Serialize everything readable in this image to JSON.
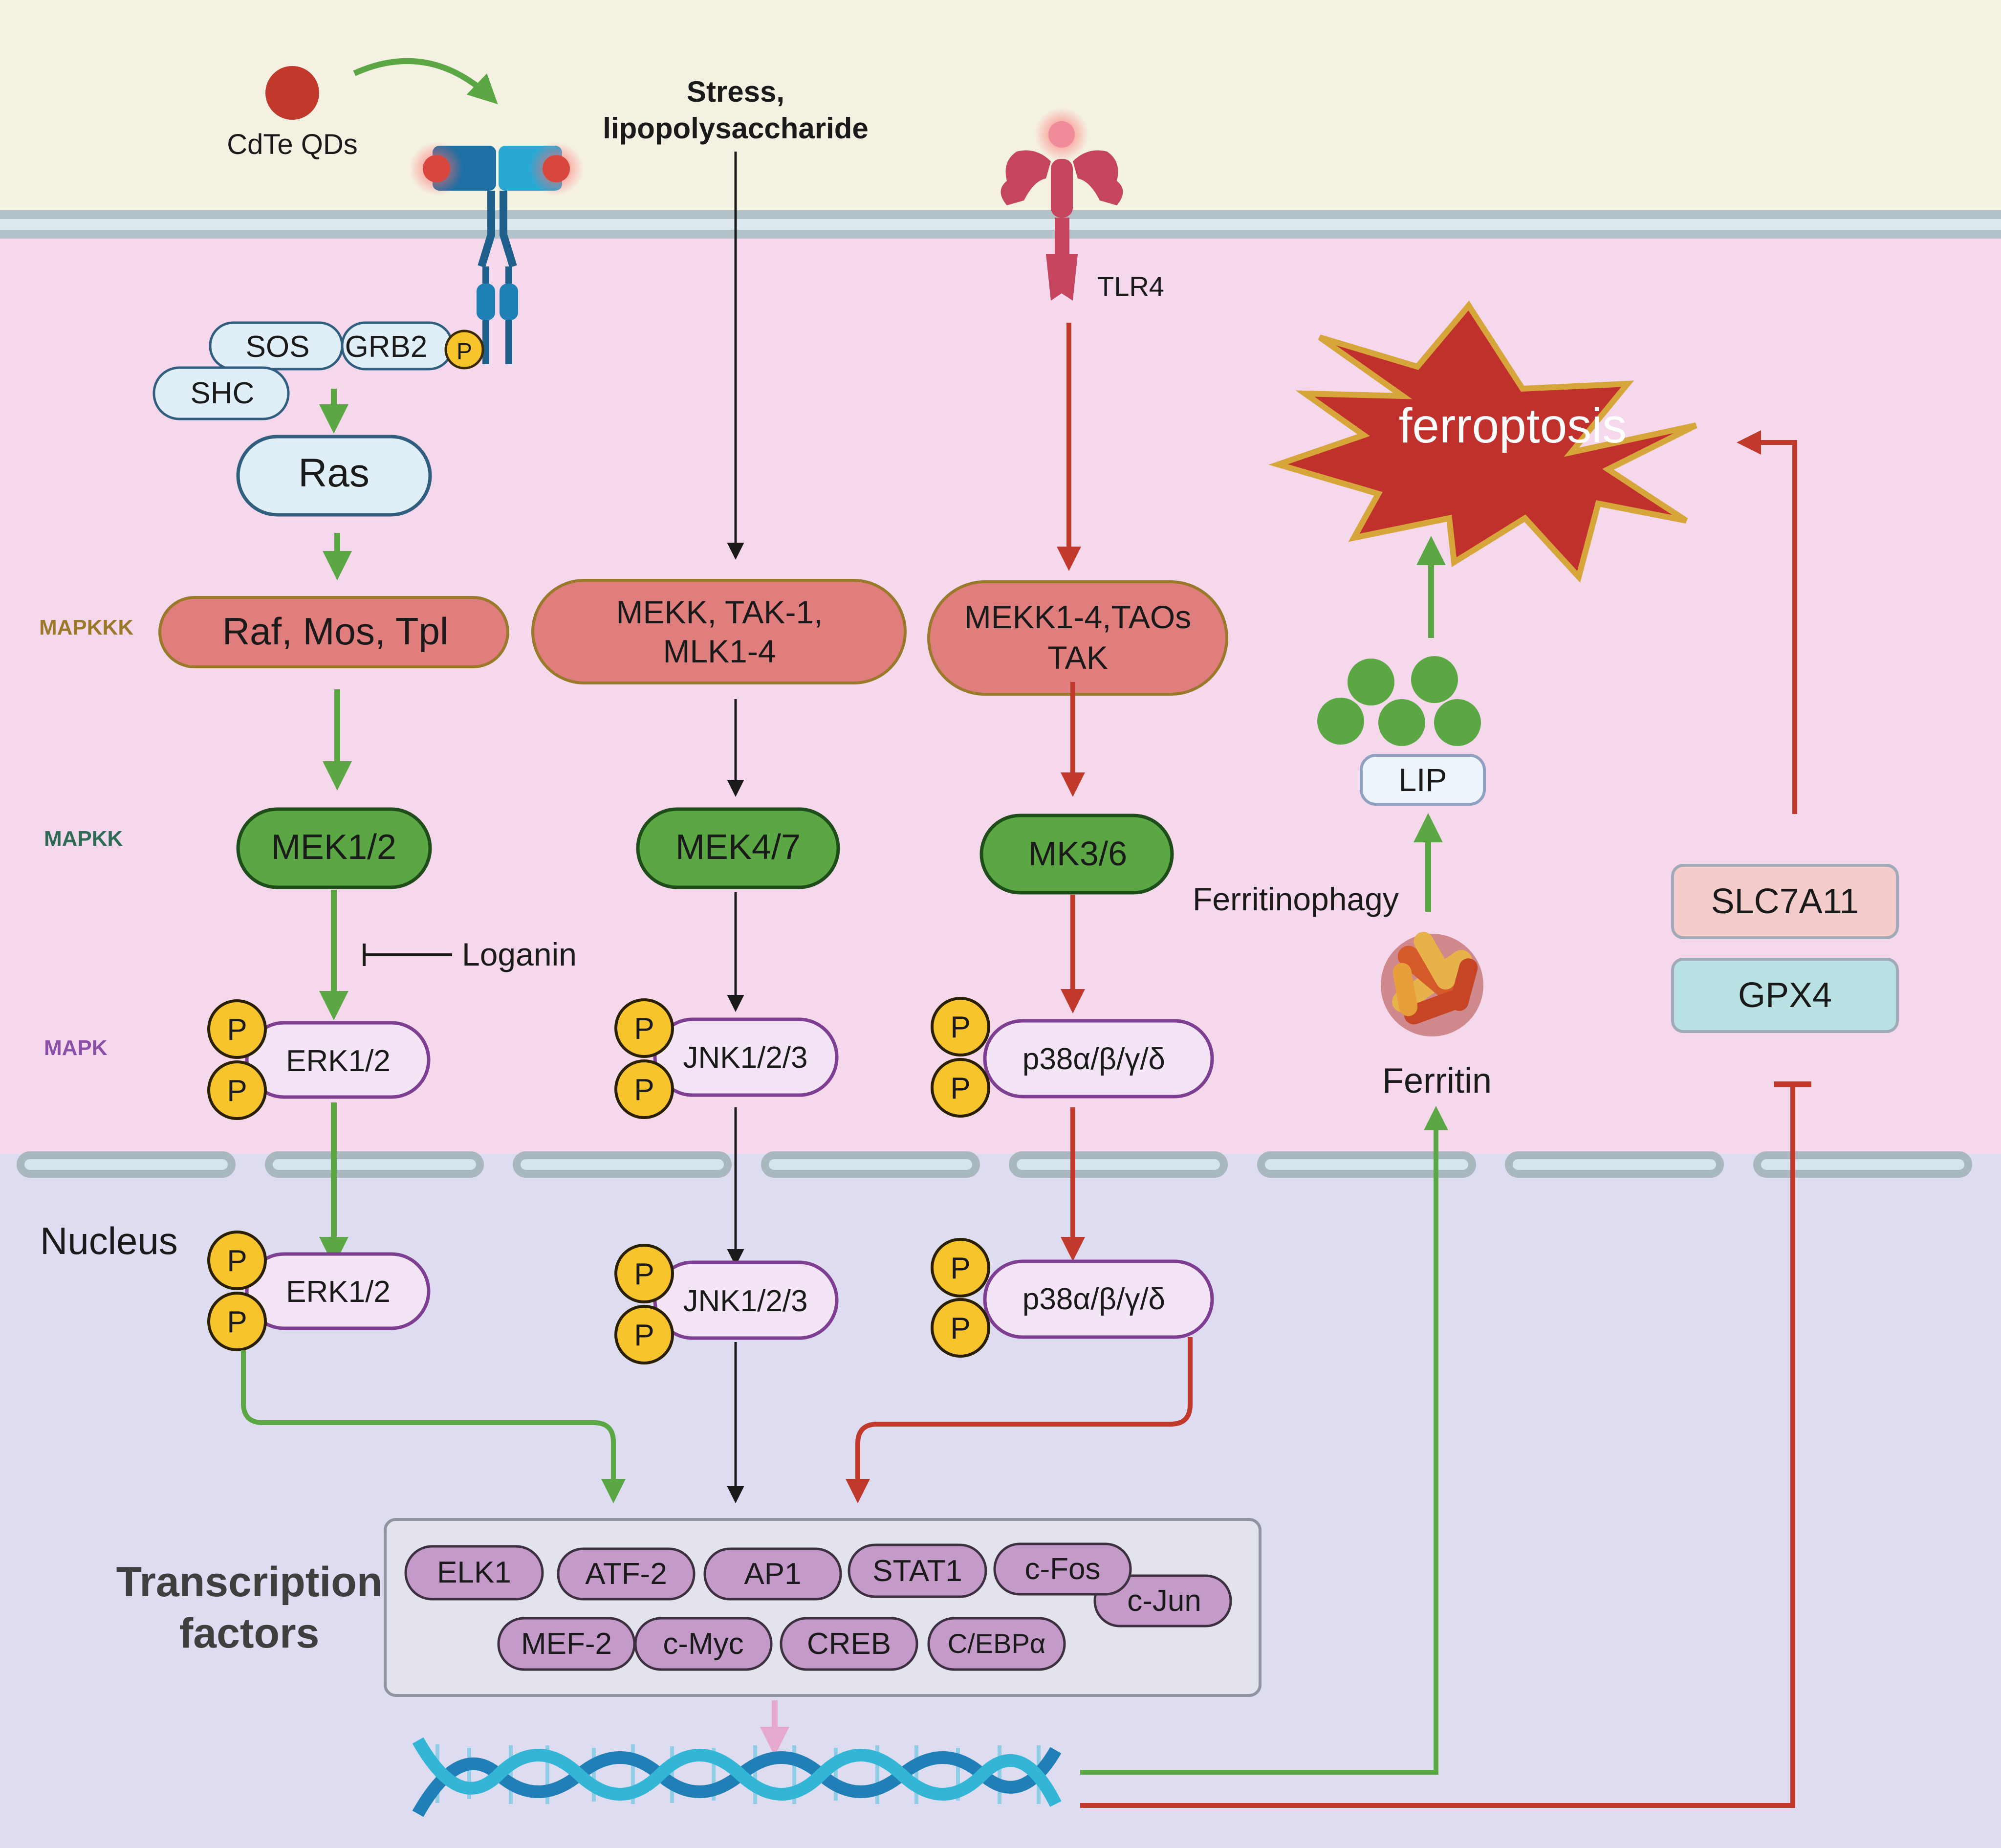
{
  "ligands": {
    "cdte_qds": "CdTe QDs",
    "stress_line1": "Stress,",
    "stress_line2": "lipopolysaccharide",
    "tlr4": "TLR4"
  },
  "adaptors": {
    "sos": "SOS",
    "grb2": "GRB2",
    "shc": "SHC",
    "phospho": "P"
  },
  "levels": {
    "mapkkk": "MAPKKK",
    "mapkk": "MAPKK",
    "mapk": "MAPK"
  },
  "erk_pathway": {
    "ras": "Ras",
    "mapkkk": "Raf, Mos, Tpl",
    "mapkk": "MEK1/2",
    "mapk": "ERK1/2",
    "inhibitor": "Loganin"
  },
  "jnk_pathway": {
    "mapkkk_line1": "MEKK, TAK-1,",
    "mapkkk_line2": "MLK1-4",
    "mapkk": "MEK4/7",
    "mapk": "JNK1/2/3"
  },
  "p38_pathway": {
    "mapkkk_line1": "MEKK1-4,TAOs",
    "mapkkk_line2": "TAK",
    "mapkk": "MK3/6",
    "mapk": "p38α/β/γ/δ"
  },
  "nucleus_label": "Nucleus",
  "transcription": {
    "title_line1": "Transcription",
    "title_line2": "factors",
    "row1": [
      "ELK1",
      "ATF-2",
      "AP1",
      "STAT1",
      "c-Fos",
      "c-Jun"
    ],
    "row2": [
      "MEF-2",
      "c-Myc",
      "CREB",
      "C/EBPα"
    ]
  },
  "ferroptosis": {
    "label": "ferroptosis",
    "lip": "LIP",
    "ferritinophagy": "Ferritinophagy",
    "ferritin": "Ferritin",
    "slc7a11": "SLC7A11",
    "gpx4": "GPX4"
  },
  "colors": {
    "extracellular": "#f4f1e2",
    "cytoplasm": "#f5d8ec",
    "nucleus": "#dedcf0",
    "green_arrow": "#5aa744",
    "red_arrow": "#c0392b",
    "mapkkk_fill": "#e07d7d",
    "mapkk_fill": "#5aa744",
    "mapk_fill": "#f3e4f6",
    "mapk_stroke": "#7e3f93",
    "phospho_fill": "#f7c42c",
    "tf_fill": "#c49ac9"
  }
}
